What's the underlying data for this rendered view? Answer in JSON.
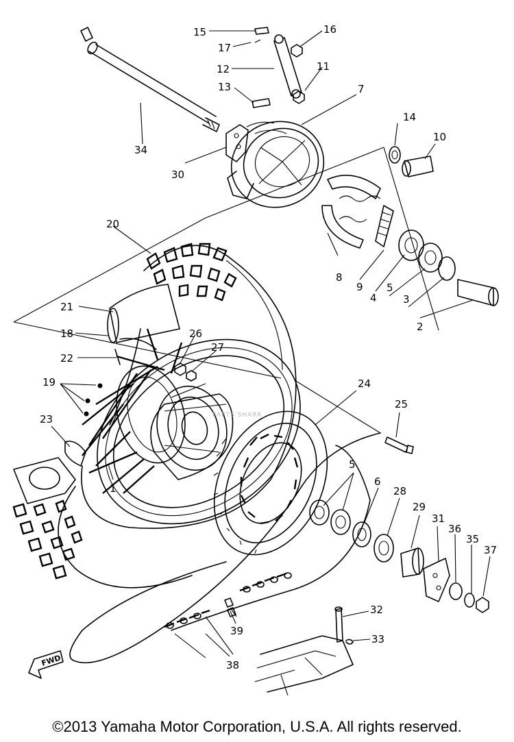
{
  "callouts": {
    "c1": "1",
    "c2": "2",
    "c3": "3",
    "c4": "4",
    "c5a": "5",
    "c5b": "5",
    "c6": "6",
    "c7": "7",
    "c8": "8",
    "c9": "9",
    "c10": "10",
    "c11": "11",
    "c12": "12",
    "c13": "13",
    "c14": "14",
    "c15": "15",
    "c16": "16",
    "c17": "17",
    "c18": "18",
    "c19": "19",
    "c20": "20",
    "c21": "21",
    "c22": "22",
    "c23": "23",
    "c24": "24",
    "c25": "25",
    "c26": "26",
    "c27": "27",
    "c28": "28",
    "c29": "29",
    "c30": "30",
    "c31": "31",
    "c32": "32",
    "c33": "33",
    "c34": "34",
    "c35": "35",
    "c36": "36",
    "c37": "37",
    "c38": "38",
    "c39": "39"
  },
  "fwd_label": "FWD",
  "copyright": "©2013 Yamaha Motor Corporation, U.S.A. All rights reserved."
}
